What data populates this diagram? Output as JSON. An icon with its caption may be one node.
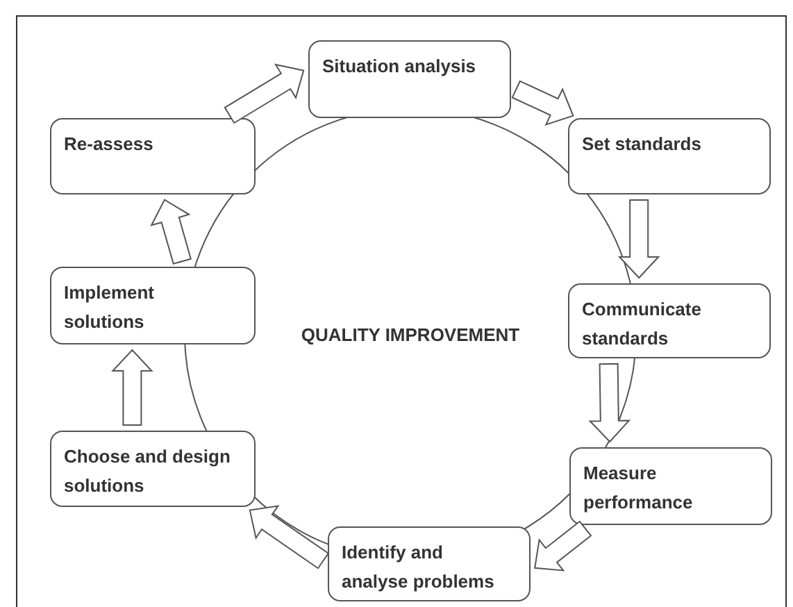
{
  "diagram": {
    "nodes": [
      {
        "text": [
          "Situation analysis"
        ]
      },
      {
        "text": [
          "Set standards"
        ]
      },
      {
        "text": [
          "Communicate standards"
        ]
      },
      {
        "text": [
          "Measure performance"
        ]
      },
      {
        "text": [
          "Identify and analyse problems"
        ]
      },
      {
        "text": [
          "Choose and design solutions"
        ]
      },
      {
        "text": [
          "Implement solutions"
        ]
      },
      {
        "text": [
          "Re-assess"
        ]
      },
      {
        "text": [
          "QUALITY IMPROVEMENT"
        ]
      }
    ],
    "edges": [
      {
        "from": 7,
        "to": 0,
        "arrow": "to"
      },
      {
        "from": 0,
        "to": 1,
        "arrow": "to"
      },
      {
        "from": 1,
        "to": 2,
        "arrow": "to"
      },
      {
        "from": 2,
        "to": 3,
        "arrow": "to"
      },
      {
        "from": 3,
        "to": 4,
        "arrow": "to"
      },
      {
        "from": 4,
        "to": 5,
        "arrow": "to"
      },
      {
        "from": 5,
        "to": 6,
        "arrow": "to"
      },
      {
        "from": 6,
        "to": 7,
        "arrow": "to"
      }
    ]
  }
}
